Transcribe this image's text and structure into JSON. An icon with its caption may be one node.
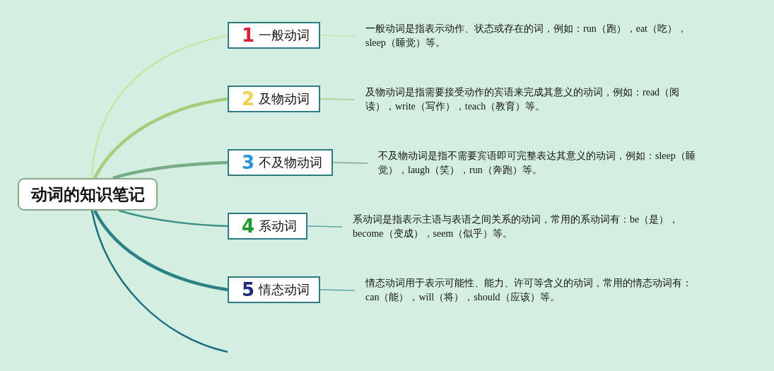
{
  "diagram": {
    "nodes": [
      {
        "text": [
          "动词的知识笔记"
        ]
      },
      {
        "text": [
          "1",
          "一般动词"
        ]
      },
      {
        "text": [
          "一般动词是指表示动作、状态或存在的词，例如：run（跑），eat（吃），sleep（睡觉）等。"
        ]
      },
      {
        "text": [
          "2",
          "及物动词"
        ]
      },
      {
        "text": [
          "及物动词是指需要接受动作的宾语来完成其意义的动词，例如：read（阅读），write（写作），teach（教育）等。"
        ]
      },
      {
        "text": [
          "3",
          "不及物动词"
        ]
      },
      {
        "text": [
          "不及物动词是指不需要宾语即可完整表达其意义的动词，例如：sleep（睡觉），laugh（笑），run（奔跑）等。"
        ]
      },
      {
        "text": [
          "4",
          "系动词"
        ]
      },
      {
        "text": [
          "系动词是指表示主语与表语之间关系的动词，常用的系动词有：be（是），become（变成），seem（似乎）等。"
        ]
      },
      {
        "text": [
          "5",
          "情态动词"
        ]
      },
      {
        "text": [
          "情态动词用于表示可能性、能力、许可等含义的动词，常用的情态动词有：can（能），will（将），should（应该）等。"
        ]
      }
    ],
    "edges": [
      {
        "from": 0,
        "to": 1,
        "arrow": "none",
        "color": "#c8e6a4"
      },
      {
        "from": 0,
        "to": 3,
        "arrow": "none",
        "color": "#a6cd7c",
        "style": "thick"
      },
      {
        "from": 0,
        "to": 5,
        "arrow": "none",
        "color": "#78ac84",
        "style": "thick"
      },
      {
        "from": 0,
        "to": 7,
        "arrow": "none",
        "color": "#3e9189"
      },
      {
        "from": 0,
        "to": 9,
        "arrow": "none",
        "color": "#2c8285",
        "style": "thick"
      },
      {
        "from": 0,
        "to": null,
        "arrow": "none",
        "color": "#1c6e7e"
      },
      {
        "from": 1,
        "to": 2,
        "arrow": "none",
        "color": "#c8e6a4"
      },
      {
        "from": 3,
        "to": 4,
        "arrow": "none",
        "color": "#a6cd7c"
      },
      {
        "from": 5,
        "to": 6,
        "arrow": "none",
        "color": "#78ac84"
      },
      {
        "from": 7,
        "to": 8,
        "arrow": "none",
        "color": "#5aa7a0"
      },
      {
        "from": 9,
        "to": 10,
        "arrow": "none",
        "color": "#5aa7a0"
      }
    ]
  }
}
